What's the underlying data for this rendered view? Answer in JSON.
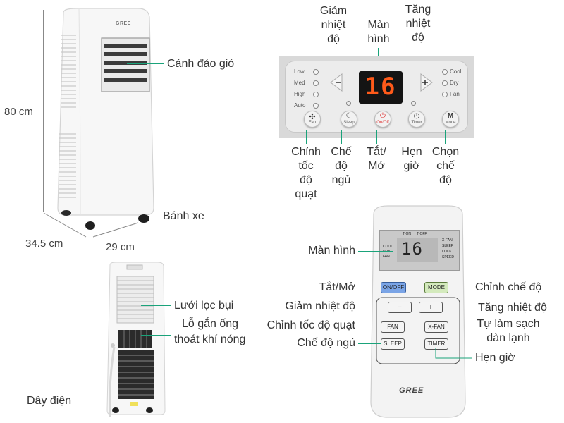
{
  "dimensions": {
    "height": "80 cm",
    "depth": "34.5 cm",
    "width": "29 cm"
  },
  "front_unit_labels": {
    "louver": "Cánh đảo gió",
    "wheel": "Bánh xe"
  },
  "panel": {
    "top_labels": {
      "temp_down": [
        "Giảm",
        "nhiệt",
        "độ"
      ],
      "display": [
        "Màn",
        "hình"
      ],
      "temp_up": [
        "Tăng",
        "nhiệt",
        "độ"
      ]
    },
    "bottom_labels": {
      "fan_speed": [
        "Chỉnh",
        "tốc",
        "độ",
        "quạt"
      ],
      "sleep": [
        "Chế",
        "độ",
        "ngủ"
      ],
      "power": [
        "Tắt/",
        "Mở"
      ],
      "timer": [
        "Hẹn",
        "giờ"
      ],
      "mode": [
        "Chọn",
        "chế",
        "độ"
      ]
    },
    "left_modes": [
      "Low",
      "Med",
      "High",
      "Auto"
    ],
    "right_modes": [
      "Cool",
      "Dry",
      "Fan"
    ],
    "display_value": "16",
    "buttons": [
      "Fan",
      "Sleep",
      "On/Off",
      "Timer",
      "Mode"
    ],
    "mode_button_letter": "M"
  },
  "remote": {
    "screen_top": [
      "T-ON",
      "T-OFF"
    ],
    "screen_left": [
      "COOL",
      "DRY",
      "FAN"
    ],
    "screen_right": [
      "X-FAN",
      "SLEEP",
      "LOCK",
      "SPEED"
    ],
    "screen_value": "16",
    "buttons": {
      "onoff": "ON/OFF",
      "mode": "MODE",
      "minus": "−",
      "plus": "+",
      "fan": "FAN",
      "xfan": "X-FAN",
      "sleep": "SLEEP",
      "timer": "TIMER"
    },
    "brand": "GREE",
    "labels_left": {
      "screen": "Màn hình",
      "onoff": "Tắt/Mở",
      "temp_down": "Giảm nhiệt độ",
      "fan_speed": "Chỉnh tốc độ quạt",
      "sleep": "Chế độ ngủ"
    },
    "labels_right": {
      "mode": "Chỉnh chế độ",
      "temp_up": "Tăng nhiệt độ",
      "self_clean": [
        "Tự làm sạch",
        "dàn lạnh"
      ],
      "timer": "Hẹn giờ"
    }
  },
  "back_unit_labels": {
    "filter": "Lưới lọc bụi",
    "exhaust": [
      "Lỗ  gắn ống",
      "thoát khí nóng"
    ],
    "cord": "Dây điện"
  },
  "brand_small": "GREE",
  "colors": {
    "leader_line": "#1aa37a",
    "display_digits": "#ff5a1a",
    "onoff_button": "#5b8fd8",
    "mode_button": "#cfe6b8"
  }
}
